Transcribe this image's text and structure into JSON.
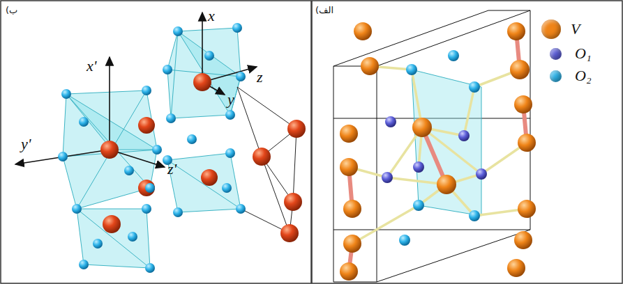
{
  "diagram": {
    "labels": [
      "ب)",
      "الف)",
      "x",
      "z",
      "y",
      "x'",
      "y'",
      "z'"
    ],
    "legend": [
      {
        "text": "V",
        "color": "#ef8418"
      },
      {
        "text": "O₁",
        "color": "#5c5ed8"
      },
      {
        "text": "O₂",
        "color": "#2fb4ea"
      }
    ]
  }
}
